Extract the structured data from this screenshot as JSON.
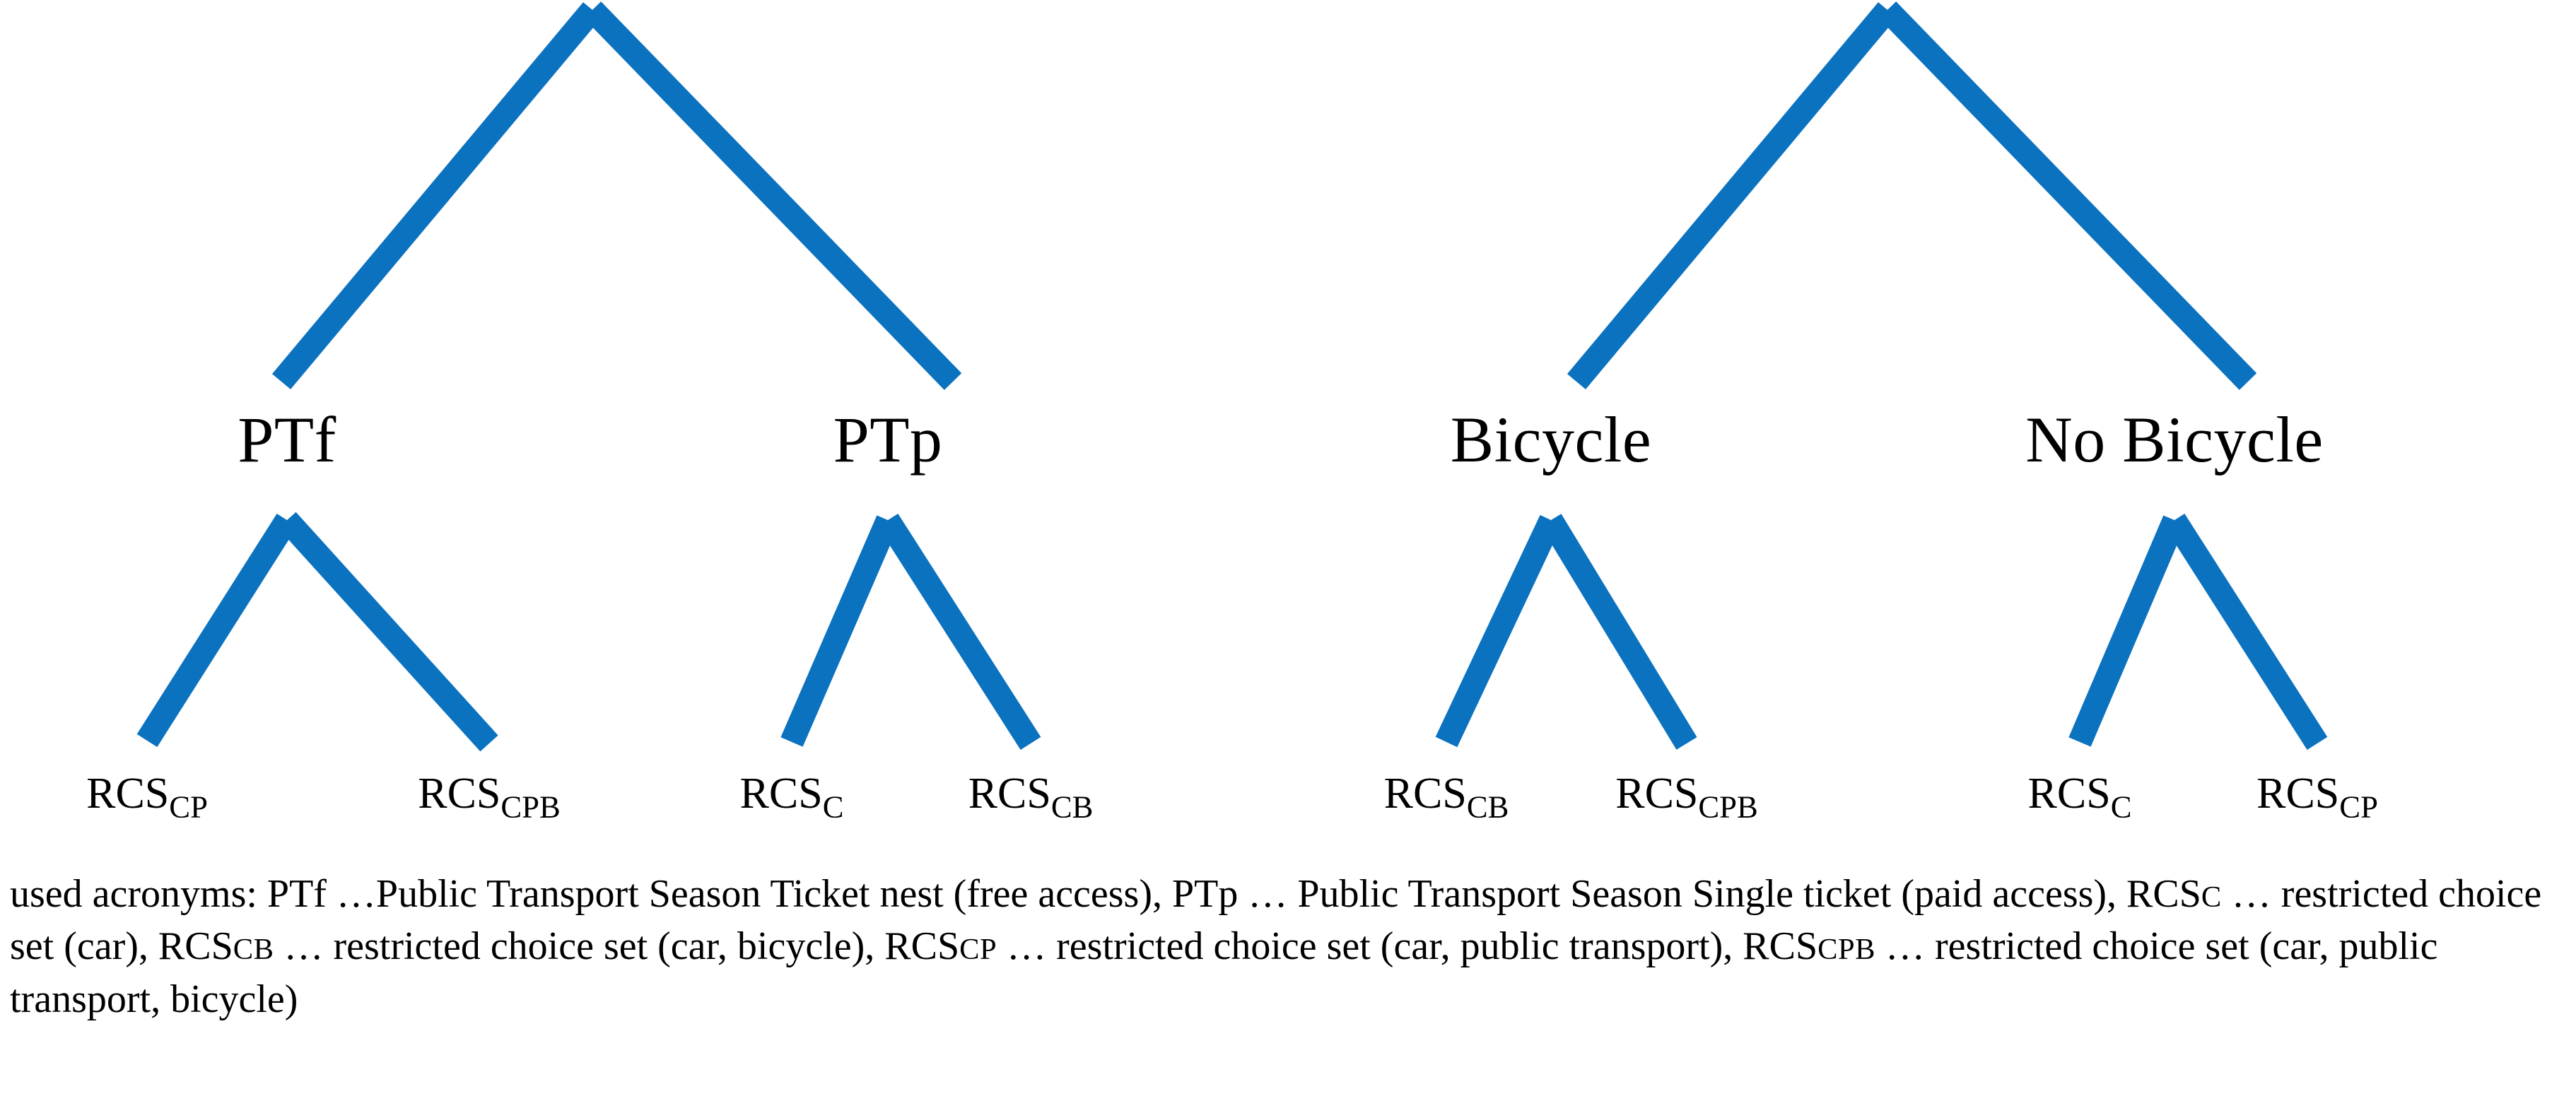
{
  "diagram": {
    "type": "nested-choice-tree",
    "line_color": "#0B72C0",
    "background_color": "#FFFFFF",
    "text_color": "#000000",
    "trees": [
      {
        "name": "public-transport-tree",
        "root_label": "",
        "branches": [
          {
            "label": "PTf",
            "leaves": [
              {
                "base": "RCS",
                "sub": "CP"
              },
              {
                "base": "RCS",
                "sub": "CPB"
              }
            ]
          },
          {
            "label": "PTp",
            "leaves": [
              {
                "base": "RCS",
                "sub": "C"
              },
              {
                "base": "RCS",
                "sub": "CB"
              }
            ]
          }
        ]
      },
      {
        "name": "bicycle-tree",
        "root_label": "",
        "branches": [
          {
            "label": "Bicycle",
            "leaves": [
              {
                "base": "RCS",
                "sub": "CB"
              },
              {
                "base": "RCS",
                "sub": "CPB"
              }
            ]
          },
          {
            "label": "No Bicycle",
            "leaves": [
              {
                "base": "RCS",
                "sub": "C"
              },
              {
                "base": "RCS",
                "sub": "CP"
              }
            ]
          }
        ]
      }
    ]
  },
  "nodes": {
    "mid": {
      "n1": "PTf",
      "n2": "PTp",
      "n3": "Bicycle",
      "n4": "No Bicycle"
    },
    "leaves": {
      "l1_base": "RCS",
      "l1_sub": "CP",
      "l2_base": "RCS",
      "l2_sub": "CPB",
      "l3_base": "RCS",
      "l3_sub": "C",
      "l4_base": "RCS",
      "l4_sub": "CB",
      "l5_base": "RCS",
      "l5_sub": "CB",
      "l6_base": "RCS",
      "l6_sub": "CPB",
      "l7_base": "RCS",
      "l7_sub": "C",
      "l8_base": "RCS",
      "l8_sub": "CP"
    }
  },
  "caption": {
    "lead": "used acronyms: PTf …Public Transport Season Ticket nest (free access), PTp … Public Transport Season Single ticket (paid access), RCS",
    "seg1_sc": "C",
    "seg1": " … restricted choice set (car), RCS",
    "seg2_sc": "CB",
    "seg2": " … restricted choice set (car, bicycle), RCS",
    "seg3_sc": "CP",
    "seg3": " … restricted choice set (car, public transport), RCS",
    "seg4_sc": "CPB",
    "seg4": " … restricted choice set (car, public transport, bicycle)"
  }
}
